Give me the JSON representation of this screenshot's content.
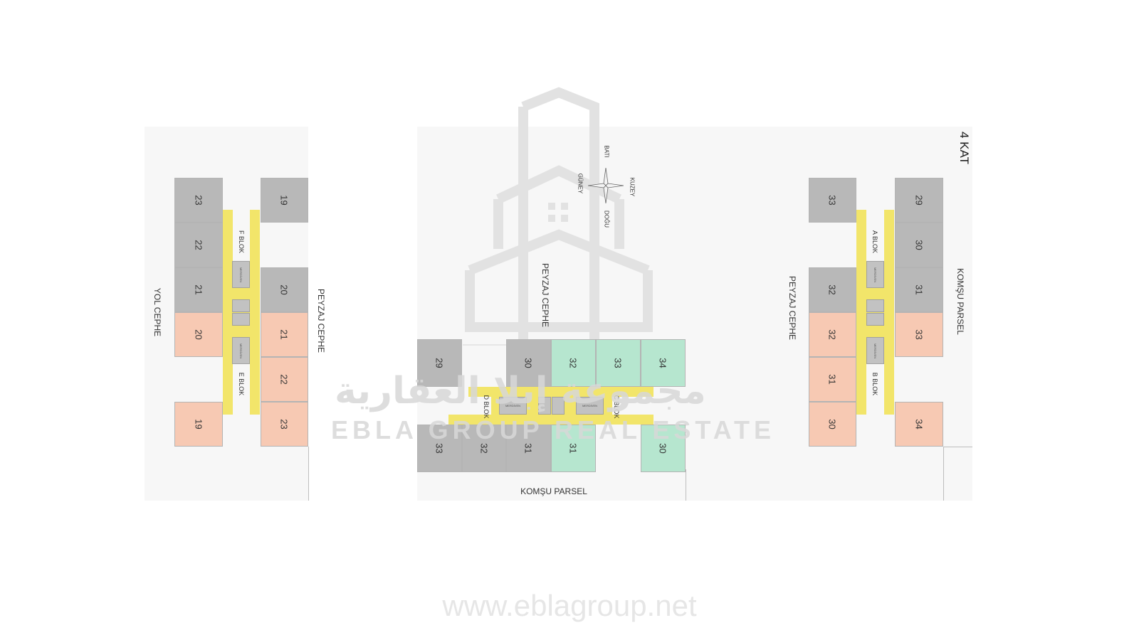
{
  "floor_label": "4 KAT",
  "compass": {
    "north": "KUZEY",
    "south": "GÜNEY",
    "east": "DOĞU",
    "west": "BATI"
  },
  "facades": {
    "left_outer": "YOL CEPHE",
    "left_inner": "PEYZAJ CEPHE",
    "center_top": "PEYZAJ CEPHE",
    "center_bottom": "KOMŞU PARSEL",
    "right_inner": "PEYZAJ CEPHE",
    "right_outer": "KOMŞU PARSEL"
  },
  "core_label": "MERDİVEN",
  "blocks": {
    "f": {
      "label": "F BLOK",
      "units_left": [
        "23",
        "22",
        "21"
      ],
      "units_right": [
        "19",
        "20"
      ]
    },
    "e": {
      "label": "E BLOK",
      "units_left": [
        "20",
        "19"
      ],
      "units_right": [
        "21",
        "22",
        "23"
      ]
    },
    "a": {
      "label": "A BLOK",
      "units_left": [
        "33",
        "32"
      ],
      "units_right": [
        "29",
        "30",
        "31"
      ]
    },
    "b": {
      "label": "B BLOK",
      "units_left": [
        "32",
        "31",
        "30"
      ],
      "units_right": [
        "33",
        "34"
      ]
    },
    "d": {
      "label": "D BLOK",
      "units_top": [
        "29",
        "30"
      ],
      "units_bottom": [
        "33",
        "32",
        "31"
      ]
    },
    "c": {
      "label": "C BLOK",
      "units_top": [
        "32",
        "33",
        "34"
      ],
      "units_bottom": [
        "31",
        "30"
      ]
    }
  },
  "colors": {
    "gray_unit": "#b8b8b8",
    "peach_unit": "#f7c9b3",
    "mint_unit": "#b6e6cf",
    "corridor": "#f2e56a"
  },
  "watermark": {
    "arabic": "مجموعة إبلا العقارية",
    "latin": "EBLA GROUP REAL ESTATE",
    "url": "www.eblagroup.net"
  }
}
